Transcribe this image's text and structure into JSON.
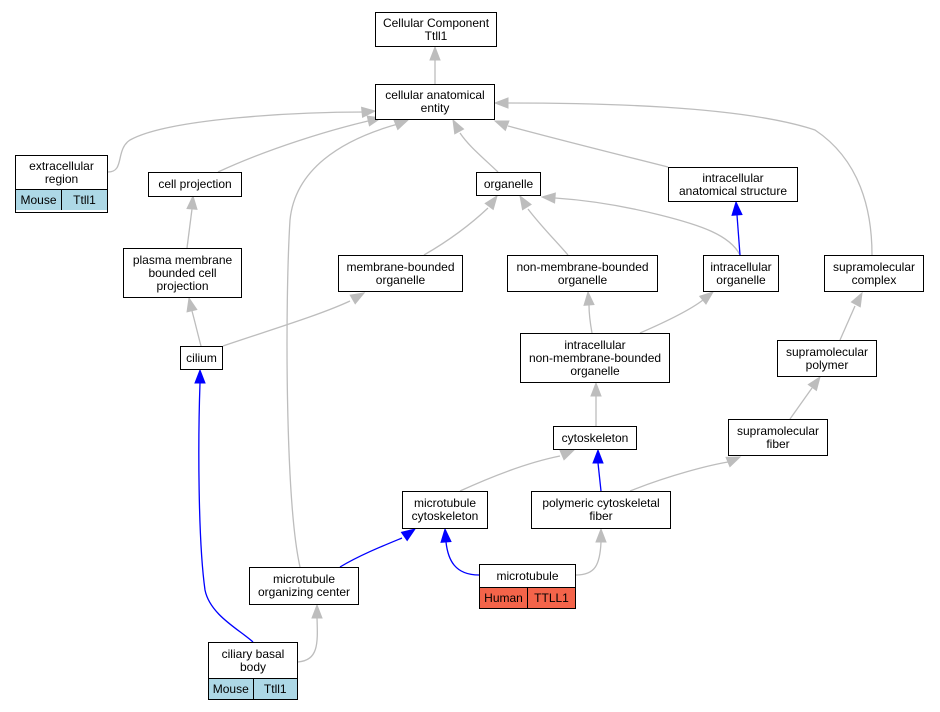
{
  "colors": {
    "edge_gray": "#bdbdbd",
    "edge_blue": "#0000ff",
    "mouse_cell": "#add8e6",
    "human_cell": "#f4644a"
  },
  "nodes": {
    "root": {
      "label": "Cellular Component\nTtll1"
    },
    "cae": {
      "label": "cellular anatomical\nentity"
    },
    "extracellular_region": {
      "label": "extracellular\nregion",
      "cells": [
        "Mouse",
        "Ttll1"
      ]
    },
    "cell_projection": {
      "label": "cell projection"
    },
    "organelle": {
      "label": "organelle"
    },
    "intracellular_anatomical_structure": {
      "label": "intracellular\nanatomical structure"
    },
    "plasma_membrane_bounded_cell_projection": {
      "label": "plasma membrane\nbounded cell\nprojection"
    },
    "membrane_bounded_organelle": {
      "label": "membrane-bounded\norganelle"
    },
    "non_membrane_bounded_organelle": {
      "label": "non-membrane-bounded\norganelle"
    },
    "intracellular_organelle": {
      "label": "intracellular\norganelle"
    },
    "supramolecular_complex": {
      "label": "supramolecular\ncomplex"
    },
    "cilium": {
      "label": "cilium"
    },
    "intracellular_nmbo": {
      "label": "intracellular\nnon-membrane-bounded\norganelle"
    },
    "supramolecular_polymer": {
      "label": "supramolecular\npolymer"
    },
    "cytoskeleton": {
      "label": "cytoskeleton"
    },
    "supramolecular_fiber": {
      "label": "supramolecular\nfiber"
    },
    "microtubule_cytoskeleton": {
      "label": "microtubule\ncytoskeleton"
    },
    "polymeric_cytoskeletal_fiber": {
      "label": "polymeric cytoskeletal\nfiber"
    },
    "microtubule_organizing_center": {
      "label": "microtubule\norganizing center"
    },
    "microtubule": {
      "label": "microtubule",
      "cells": [
        "Human",
        "TTLL1"
      ]
    },
    "ciliary_basal_body": {
      "label": "ciliary basal\nbody",
      "cells": [
        "Mouse",
        "Ttll1"
      ]
    }
  }
}
